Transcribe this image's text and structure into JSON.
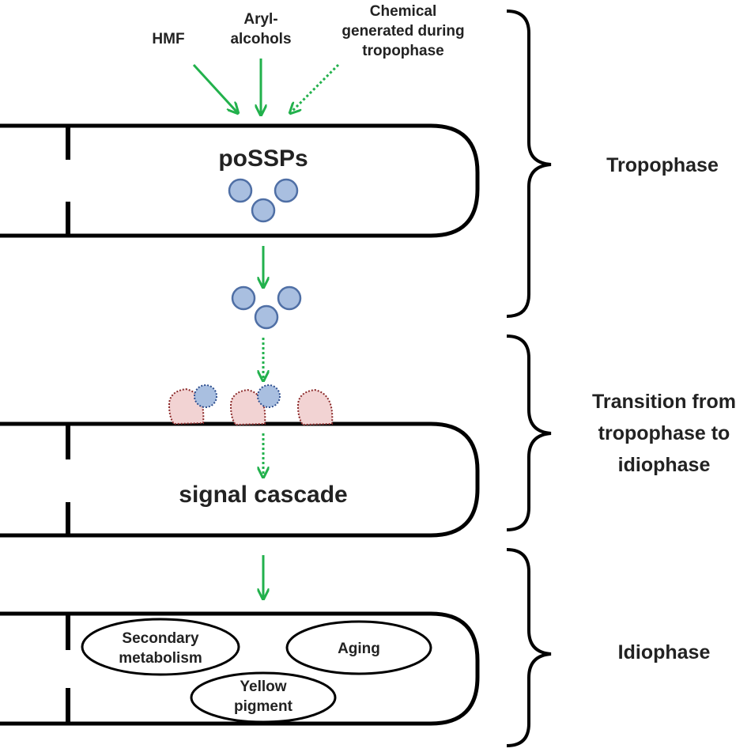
{
  "inputs": {
    "hmf": "HMF",
    "aryl_line1": "Aryl-",
    "aryl_line2": "alcohols",
    "chemical_line1": "Chemical",
    "chemical_line2": "generated  during",
    "chemical_line3": "tropophase"
  },
  "cells": {
    "top_label": "poSSPs",
    "middle_label": "signal cascade",
    "bottom_outputs": {
      "secondary_line1": "Secondary",
      "secondary_line2": "metabolism",
      "aging": "Aging",
      "yellow_line1": "Yellow",
      "yellow_line2": "pigment"
    }
  },
  "phases": {
    "tropophase": "Tropophase",
    "transition_line1": "Transition from",
    "transition_line2": "tropophase to",
    "transition_line3": "idiophase",
    "idiophase": "Idiophase"
  },
  "colors": {
    "arrow_green": "#22b14c",
    "molecule_fill": "#a9bfe0",
    "molecule_stroke": "#4f6fa5",
    "receptor_fill": "#f2d3d3",
    "receptor_stroke": "#8b2a2a",
    "outline": "#000000"
  }
}
